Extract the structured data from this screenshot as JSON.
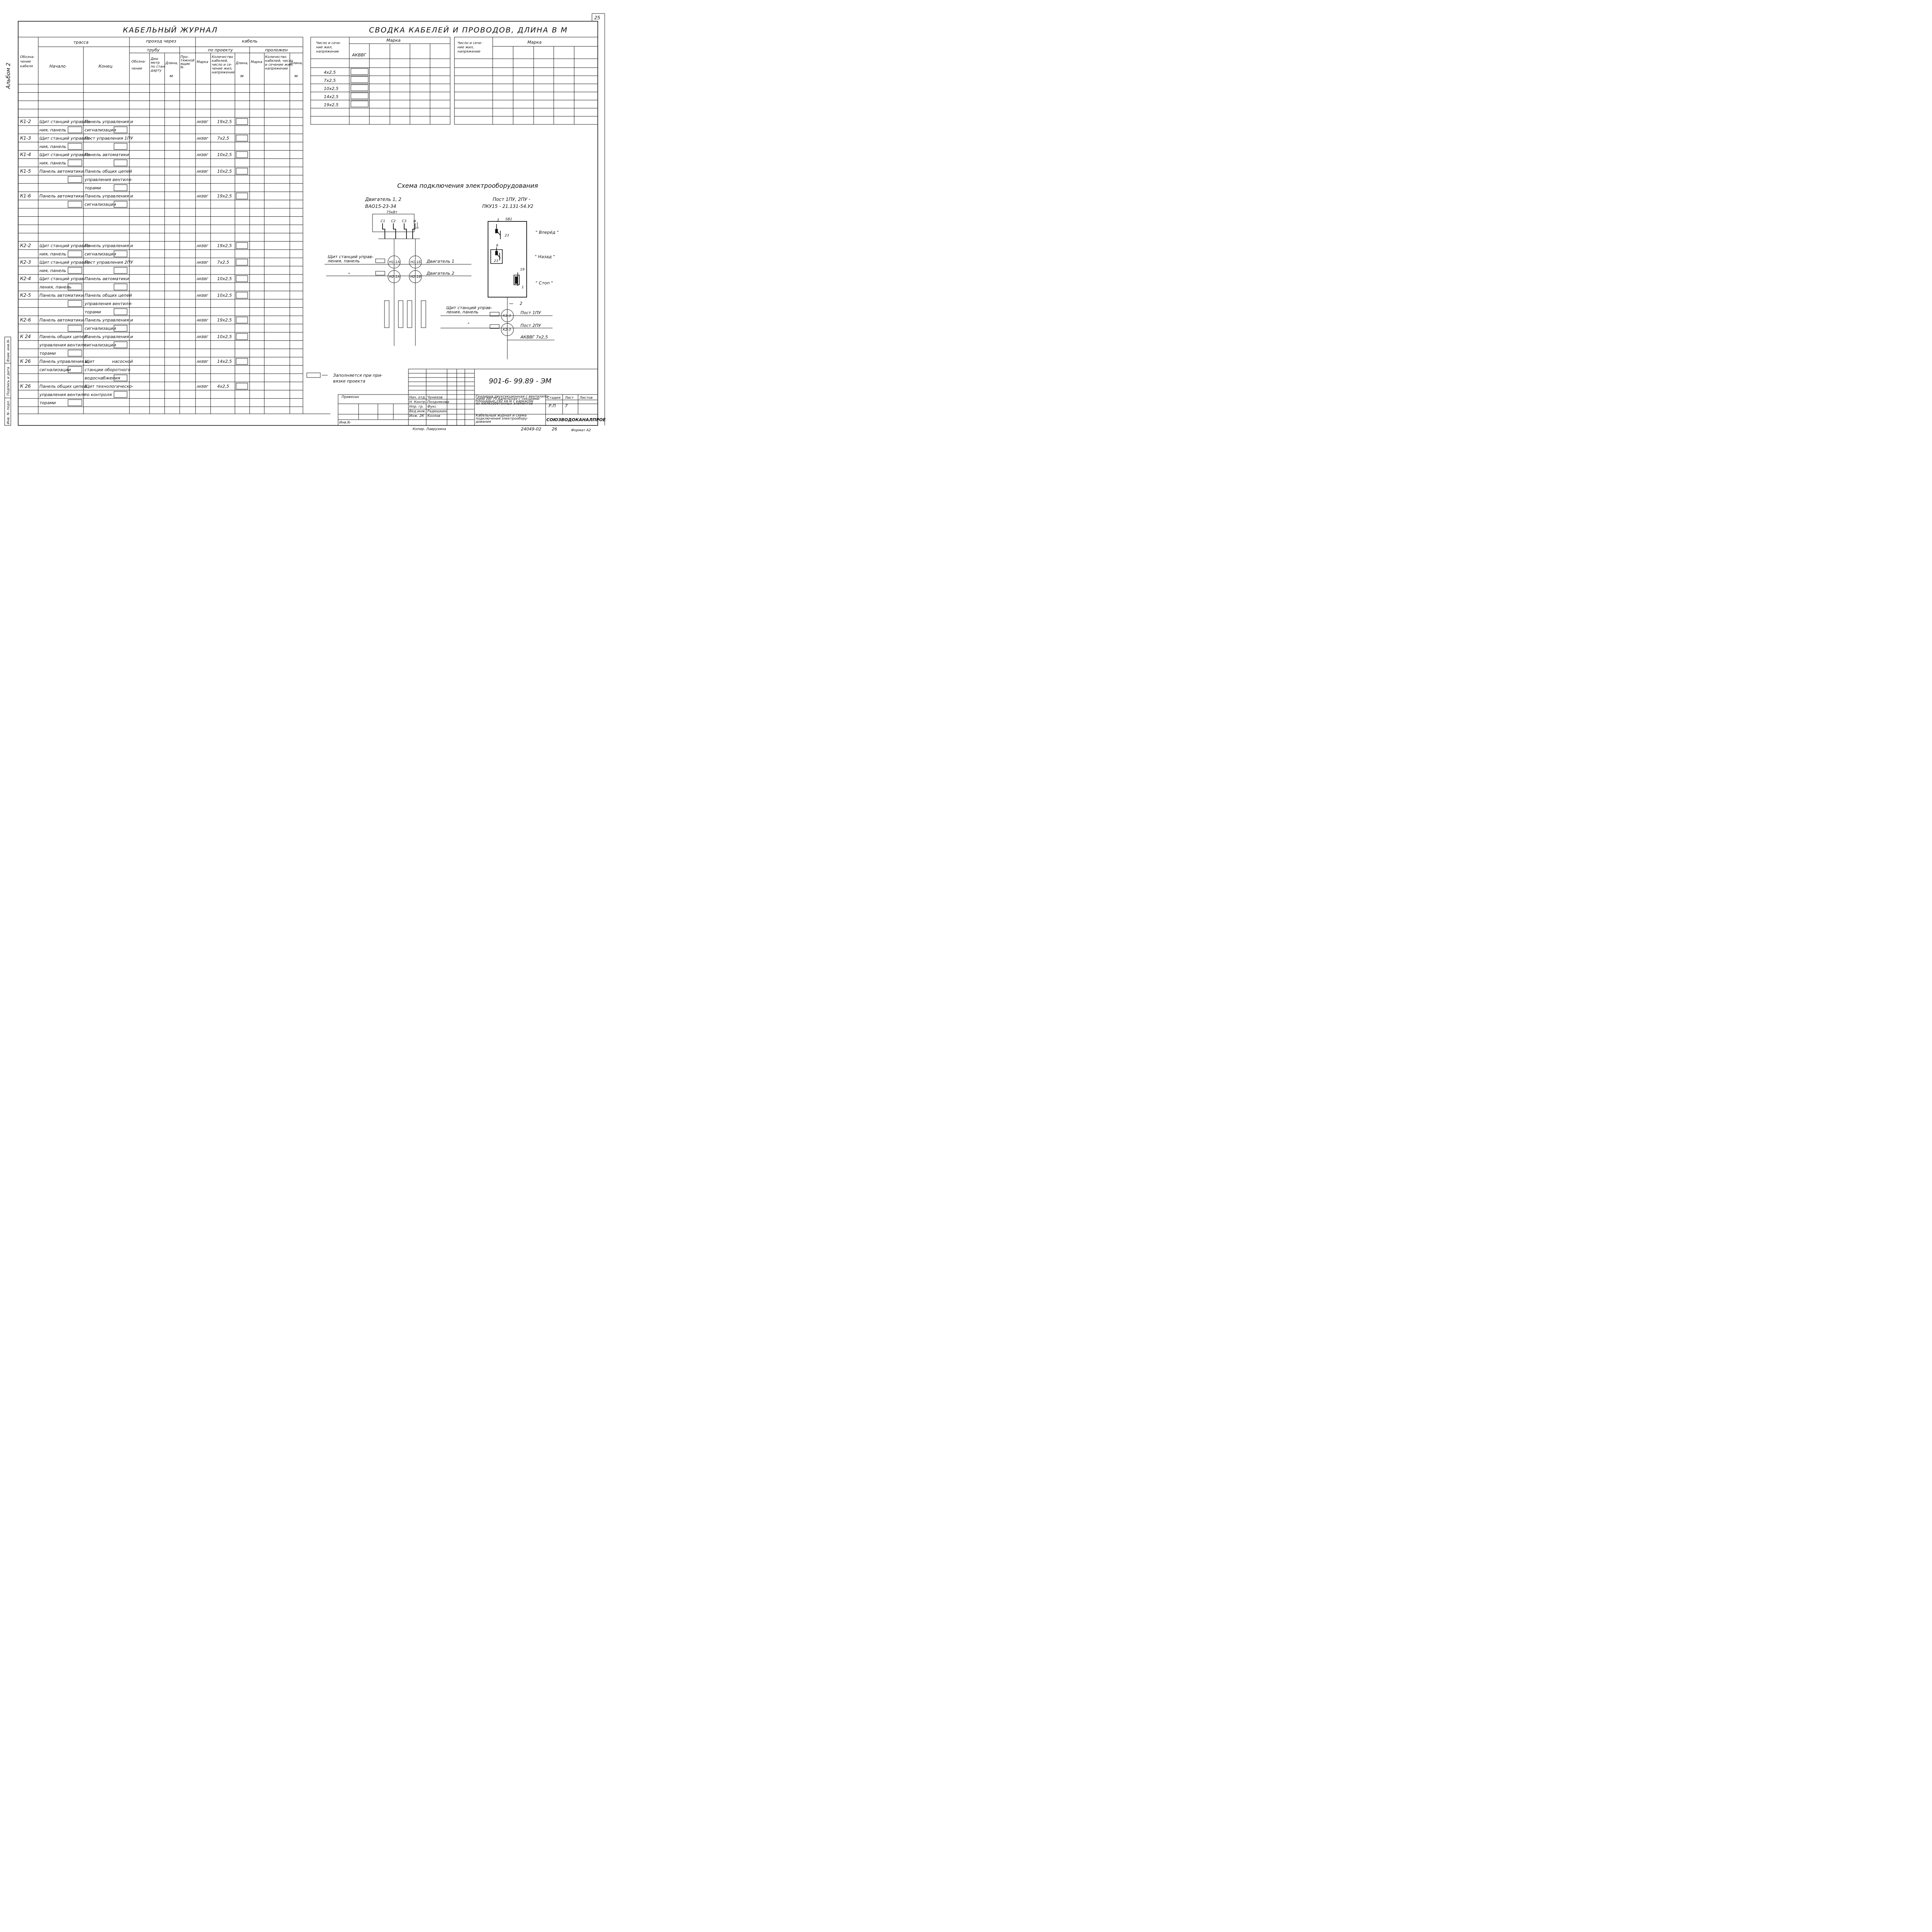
{
  "page_number": "25",
  "album": "Альбом 2",
  "journal": {
    "title": "КАБЕЛЬНЫЙ ЖУРНАЛ",
    "headers": {
      "designation": [
        "Обозна-",
        "чение",
        "кабеля"
      ],
      "route": "трасса",
      "start": "Начало",
      "end": "Конец",
      "pass_through": "проход через",
      "pipe": "трубу",
      "pipe_designation": [
        "Обозна-",
        "чение"
      ],
      "diameter": [
        "Диа-",
        "метр",
        "по стан-",
        "дарту"
      ],
      "length": "Длина,",
      "m": "м",
      "box": [
        "Про-",
        "тяжной",
        "ящик",
        "N-"
      ],
      "cable": "кабель",
      "by_project": "по проекту",
      "laid": "проложен",
      "mark": "Марка",
      "qty_project": [
        "Количество",
        "кабелей,",
        "число и се-",
        "чение жил,",
        "напряжение"
      ],
      "qty_laid": [
        "Количество",
        "кабелей, число",
        "и сечение жил,",
        "напряжение"
      ]
    },
    "rows": [
      {
        "id": "К1-2",
        "start": [
          "Щит станций управле-",
          "ния, панель"
        ],
        "end": [
          "Панель управления и",
          "сигнализации"
        ],
        "mark": "АКВВГ",
        "size": "19х2,5"
      },
      {
        "id": "К1-3",
        "start": [
          "Щит станций управле-",
          "ния, панель"
        ],
        "end": [
          "Пост управления 1ПУ"
        ],
        "mark": "АКВВГ",
        "size": "7х2,5"
      },
      {
        "id": "К1-4",
        "start": [
          "Щит станций управле-",
          "ния, панель"
        ],
        "end": [
          "Панель автоматики"
        ],
        "mark": "АКВВГ",
        "size": "10х2,5"
      },
      {
        "id": "К1-5",
        "start": [
          "Панель автоматики"
        ],
        "end": [
          "Панель общих цепей",
          "управления вентиля-",
          "торами"
        ],
        "mark": "АКВВГ",
        "size": "10х2,5"
      },
      {
        "id": "К1-6",
        "start": [
          "Панель автоматики"
        ],
        "end": [
          "Панель управления и",
          "сигнализации"
        ],
        "mark": "АКВВГ",
        "size": "19х2,5"
      },
      {
        "id": "К2-2",
        "start": [
          "Щит станций управле-",
          "ния, панель"
        ],
        "end": [
          "Панель управления и",
          "сигнализации"
        ],
        "mark": "АКВВГ",
        "size": "19х2,5"
      },
      {
        "id": "К2-3",
        "start": [
          "Щит станций управле-",
          "ния, панель"
        ],
        "end": [
          "Пост управления 2ПУ"
        ],
        "mark": "АКВВГ",
        "size": "7х2,5"
      },
      {
        "id": "К2-4",
        "start": [
          "Щит станций управ-",
          "ления, панель"
        ],
        "end": [
          "Панель автоматики"
        ],
        "mark": "АКВВГ",
        "size": "10х2,5"
      },
      {
        "id": "К2-5",
        "start": [
          "Панель автоматики"
        ],
        "end": [
          "Панель общих цепей",
          "управления вентиля-",
          "торами"
        ],
        "mark": "АКВВГ",
        "size": "10х2,5"
      },
      {
        "id": "К2-6",
        "start": [
          "Панель автоматики"
        ],
        "end": [
          "Панель управления и",
          "сигнализации"
        ],
        "mark": "АКВВГ",
        "size": "19х2,5"
      },
      {
        "id": "К 24",
        "start": [
          "Панель общих цепей",
          "управления вентиля-",
          "торами"
        ],
        "end": [
          "Панель управления и",
          "сигнализации"
        ],
        "mark": "АКВВГ",
        "size": "10х2,5"
      },
      {
        "id": "К 26",
        "start": [
          "Панель управления и",
          "сигнализации"
        ],
        "end": [
          "Щит",
          "станции оборотного",
          "водоснабжения"
        ],
        "end_suffix": "насосной",
        "mark": "АКВВГ",
        "size": "14х2,5"
      },
      {
        "id": "К 26",
        "start": [
          "Панель общих цепей",
          "управления вентиля-",
          "торами"
        ],
        "end": [
          "Щит технологическо-",
          "го контроля"
        ],
        "mark": "АКВВГ",
        "size": "4х2,5"
      }
    ]
  },
  "summary": {
    "title": "СВОДКА КАБЕЛЕЙ И ПРОВОДОВ, ДЛИНА В М",
    "col_header": [
      "Число и сече-",
      "ние жил,",
      "напряжение"
    ],
    "col_header2": [
      "Число и сече-",
      "ние жил,",
      "напряжение"
    ],
    "mark": "Марка",
    "brand": "АКВВГ",
    "sizes": [
      "4х2,5",
      "7х2,5",
      "10х2,5",
      "14х2,5",
      "19х2,5"
    ]
  },
  "scheme": {
    "title": "Схема подключения электрооборудования",
    "motor_title": "Двигатель 1, 2",
    "motor_model": "ВАО15-23-34",
    "motor_power": "75кВт",
    "terminals": [
      "С1",
      "С2",
      "С3",
      "N"
    ],
    "post_title": "Пост 1ПУ, 2ПУ -",
    "post_model": "ПКУ15 - 21.131-54.У2",
    "sb": "SB1",
    "contacts": [
      "3",
      "23",
      "6",
      "23",
      "19",
      "1"
    ],
    "forward": "\" Вперёд \"",
    "back": "\" Назад \"",
    "stop": "\" Стоп \"",
    "panel_label": [
      "Щит станций управ-",
      "ления, панель"
    ],
    "ditto": "\"",
    "circles": [
      "Н1-1А",
      "Н1-1Б",
      "Н2-1А",
      "Н2-1Б"
    ],
    "motor1": "Двигатель 1",
    "motor2": "Двигатель 2",
    "k_circles": [
      "К1-3",
      "К2-3"
    ],
    "post1": "Пост 1ПУ",
    "post2": "Пост 2ПУ",
    "cable_note": "АКВВГ  7х2,5",
    "wire_num": "2"
  },
  "legend": [
    "Заполняется при при-",
    "вязке проекта"
  ],
  "stamp": {
    "code": "901-6- 99.89 -   ЭМ",
    "bound": "Привязан",
    "inv": "Инв.N-",
    "roles": [
      "Нач. отд.",
      "Н. Контр.",
      "Нпр. гр.",
      "Вед.инж.",
      "Инж. 2К"
    ],
    "names": [
      "Чунихов",
      "Позднякова",
      "Фукс",
      "Радюшкин",
      "Козлов"
    ],
    "description": [
      "Градирня двухсекционная с вентилято-",
      "рами 2ВГ70 капельная с секциями",
      "площадью 192 кв.м с каркасом",
      "из железобетонных элементов"
    ],
    "sheet_title": [
      "Кабельный журнал и схема",
      "подключения электрообору-",
      "дования"
    ],
    "stage_h": "Стадия",
    "sheet_h": "Лист",
    "sheets_h": "Листов",
    "stage": "Р.П",
    "sheet": "7",
    "org": "СОЮЗВОДОКАНАЛПРОЕКТ",
    "copied": "Копир. Лаврухина",
    "order": "24049-02",
    "order_sheet": "26",
    "format": "Формат А2"
  },
  "side_stamp": [
    "Инв. N- подл.",
    "Подпись и дата",
    "Взам. инв.N-"
  ]
}
